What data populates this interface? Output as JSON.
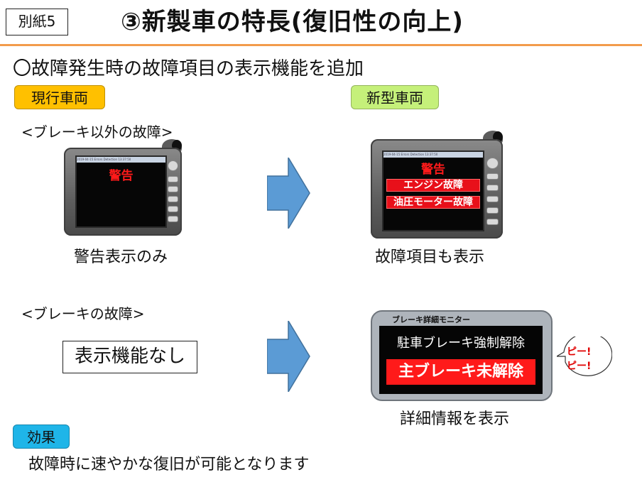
{
  "header": {
    "tag": "別紙5",
    "title": "③新製車の特長(復旧性の向上)"
  },
  "subtitle": "〇故障発生時の故障項目の表示機能を追加",
  "labels": {
    "current": "現行車両",
    "new": "新型車両",
    "effect": "効果"
  },
  "sections": {
    "brake_other": "<ブレーキ以外の故障>",
    "brake": "<ブレーキの故障>"
  },
  "current_device": {
    "bar_text": "2019-04-15    Errors Detection    13:37:50",
    "warning": "警告",
    "caption": "警告表示のみ"
  },
  "new_device": {
    "bar_text": "2019-04-15    Errors Detection    13:37:50",
    "warning": "警告",
    "faults": [
      "エンジン故障",
      "油圧モーター故障"
    ],
    "caption": "故障項目も表示"
  },
  "no_display": "表示機能なし",
  "brake_monitor": {
    "title": "ブレーキ詳細モニター",
    "line1": "駐車ブレーキ強制解除",
    "line2": "主ブレーキ未解除",
    "caption": "詳細情報を表示"
  },
  "alarm": [
    "ピー!",
    "ピー!"
  ],
  "effect_text": "故障時に速やかな復旧が可能となります",
  "colors": {
    "title_rule": "#f29b4b",
    "current_pill": "#ffc000",
    "new_pill": "#c5f07a",
    "effect_pill": "#1fb5e8",
    "arrow": "#5b9bd5",
    "warning_red": "#ff1a1a"
  }
}
